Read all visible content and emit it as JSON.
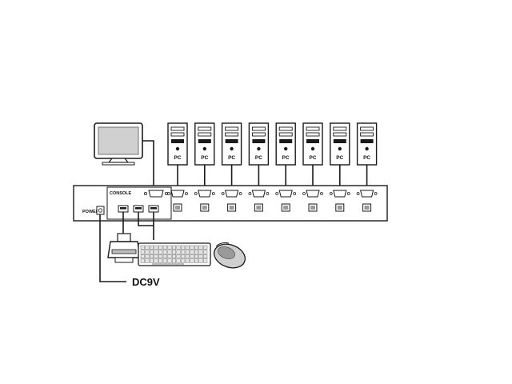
{
  "diagram": {
    "console_label": "CONSOLE",
    "power_label": "POWER",
    "dc_label": "DC9V",
    "pc_label": "PC",
    "pc_count": 8,
    "colors": {
      "line": "#1a1a1a",
      "panel_fill": "#ffffff",
      "tower_fill": "#ffffff",
      "screen_fill": "#d0d0d0",
      "key_fill": "#e6e6e6",
      "mouse_fill": "#cfcfcf"
    }
  }
}
